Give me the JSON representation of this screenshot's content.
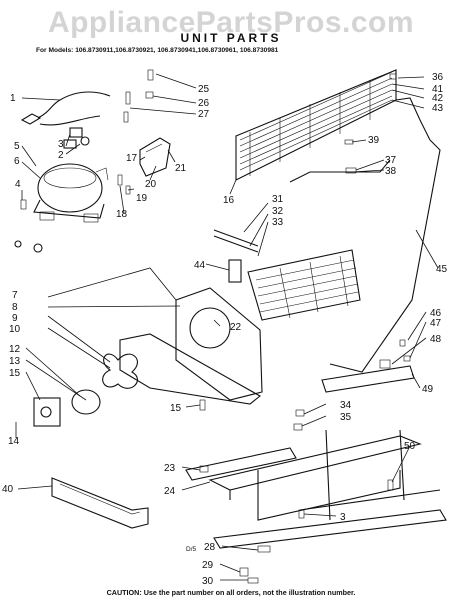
{
  "watermark": "AppliancePartsPros.com",
  "header": {
    "title": "UNIT PARTS",
    "models": "For Models: 106.8730911,106.8730921, 106.8730941,106.8730961, 106.8730981"
  },
  "footer": {
    "caution": "CAUTION: Use the part number on all orders, not the illustration number.",
    "page_id": "D/5"
  },
  "callouts": [
    "1",
    "2",
    "3",
    "4",
    "5",
    "6",
    "7",
    "8",
    "9",
    "10",
    "12",
    "13",
    "14",
    "15",
    "15",
    "16",
    "17",
    "18",
    "19",
    "20",
    "21",
    "22",
    "23",
    "24",
    "25",
    "26",
    "27",
    "28",
    "29",
    "30",
    "31",
    "32",
    "33",
    "34",
    "35",
    "36",
    "37",
    "38",
    "39",
    "40",
    "41",
    "42",
    "43",
    "44",
    "45",
    "46",
    "47",
    "48",
    "49",
    "50",
    "3"
  ]
}
